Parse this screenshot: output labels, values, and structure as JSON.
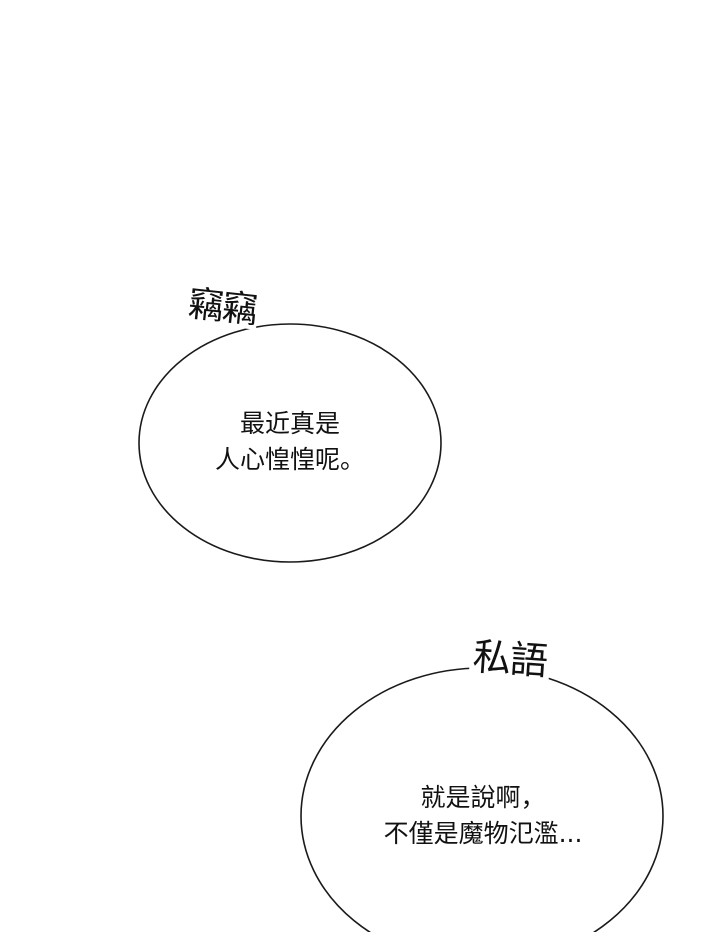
{
  "bubble_1": {
    "sfx": "竊竊",
    "line_1": "最近真是",
    "line_2": "人心惶惶呢。"
  },
  "bubble_2": {
    "sfx": "私語",
    "line_1": "就是說啊，",
    "line_2": "不僅是魔物氾濫..."
  }
}
